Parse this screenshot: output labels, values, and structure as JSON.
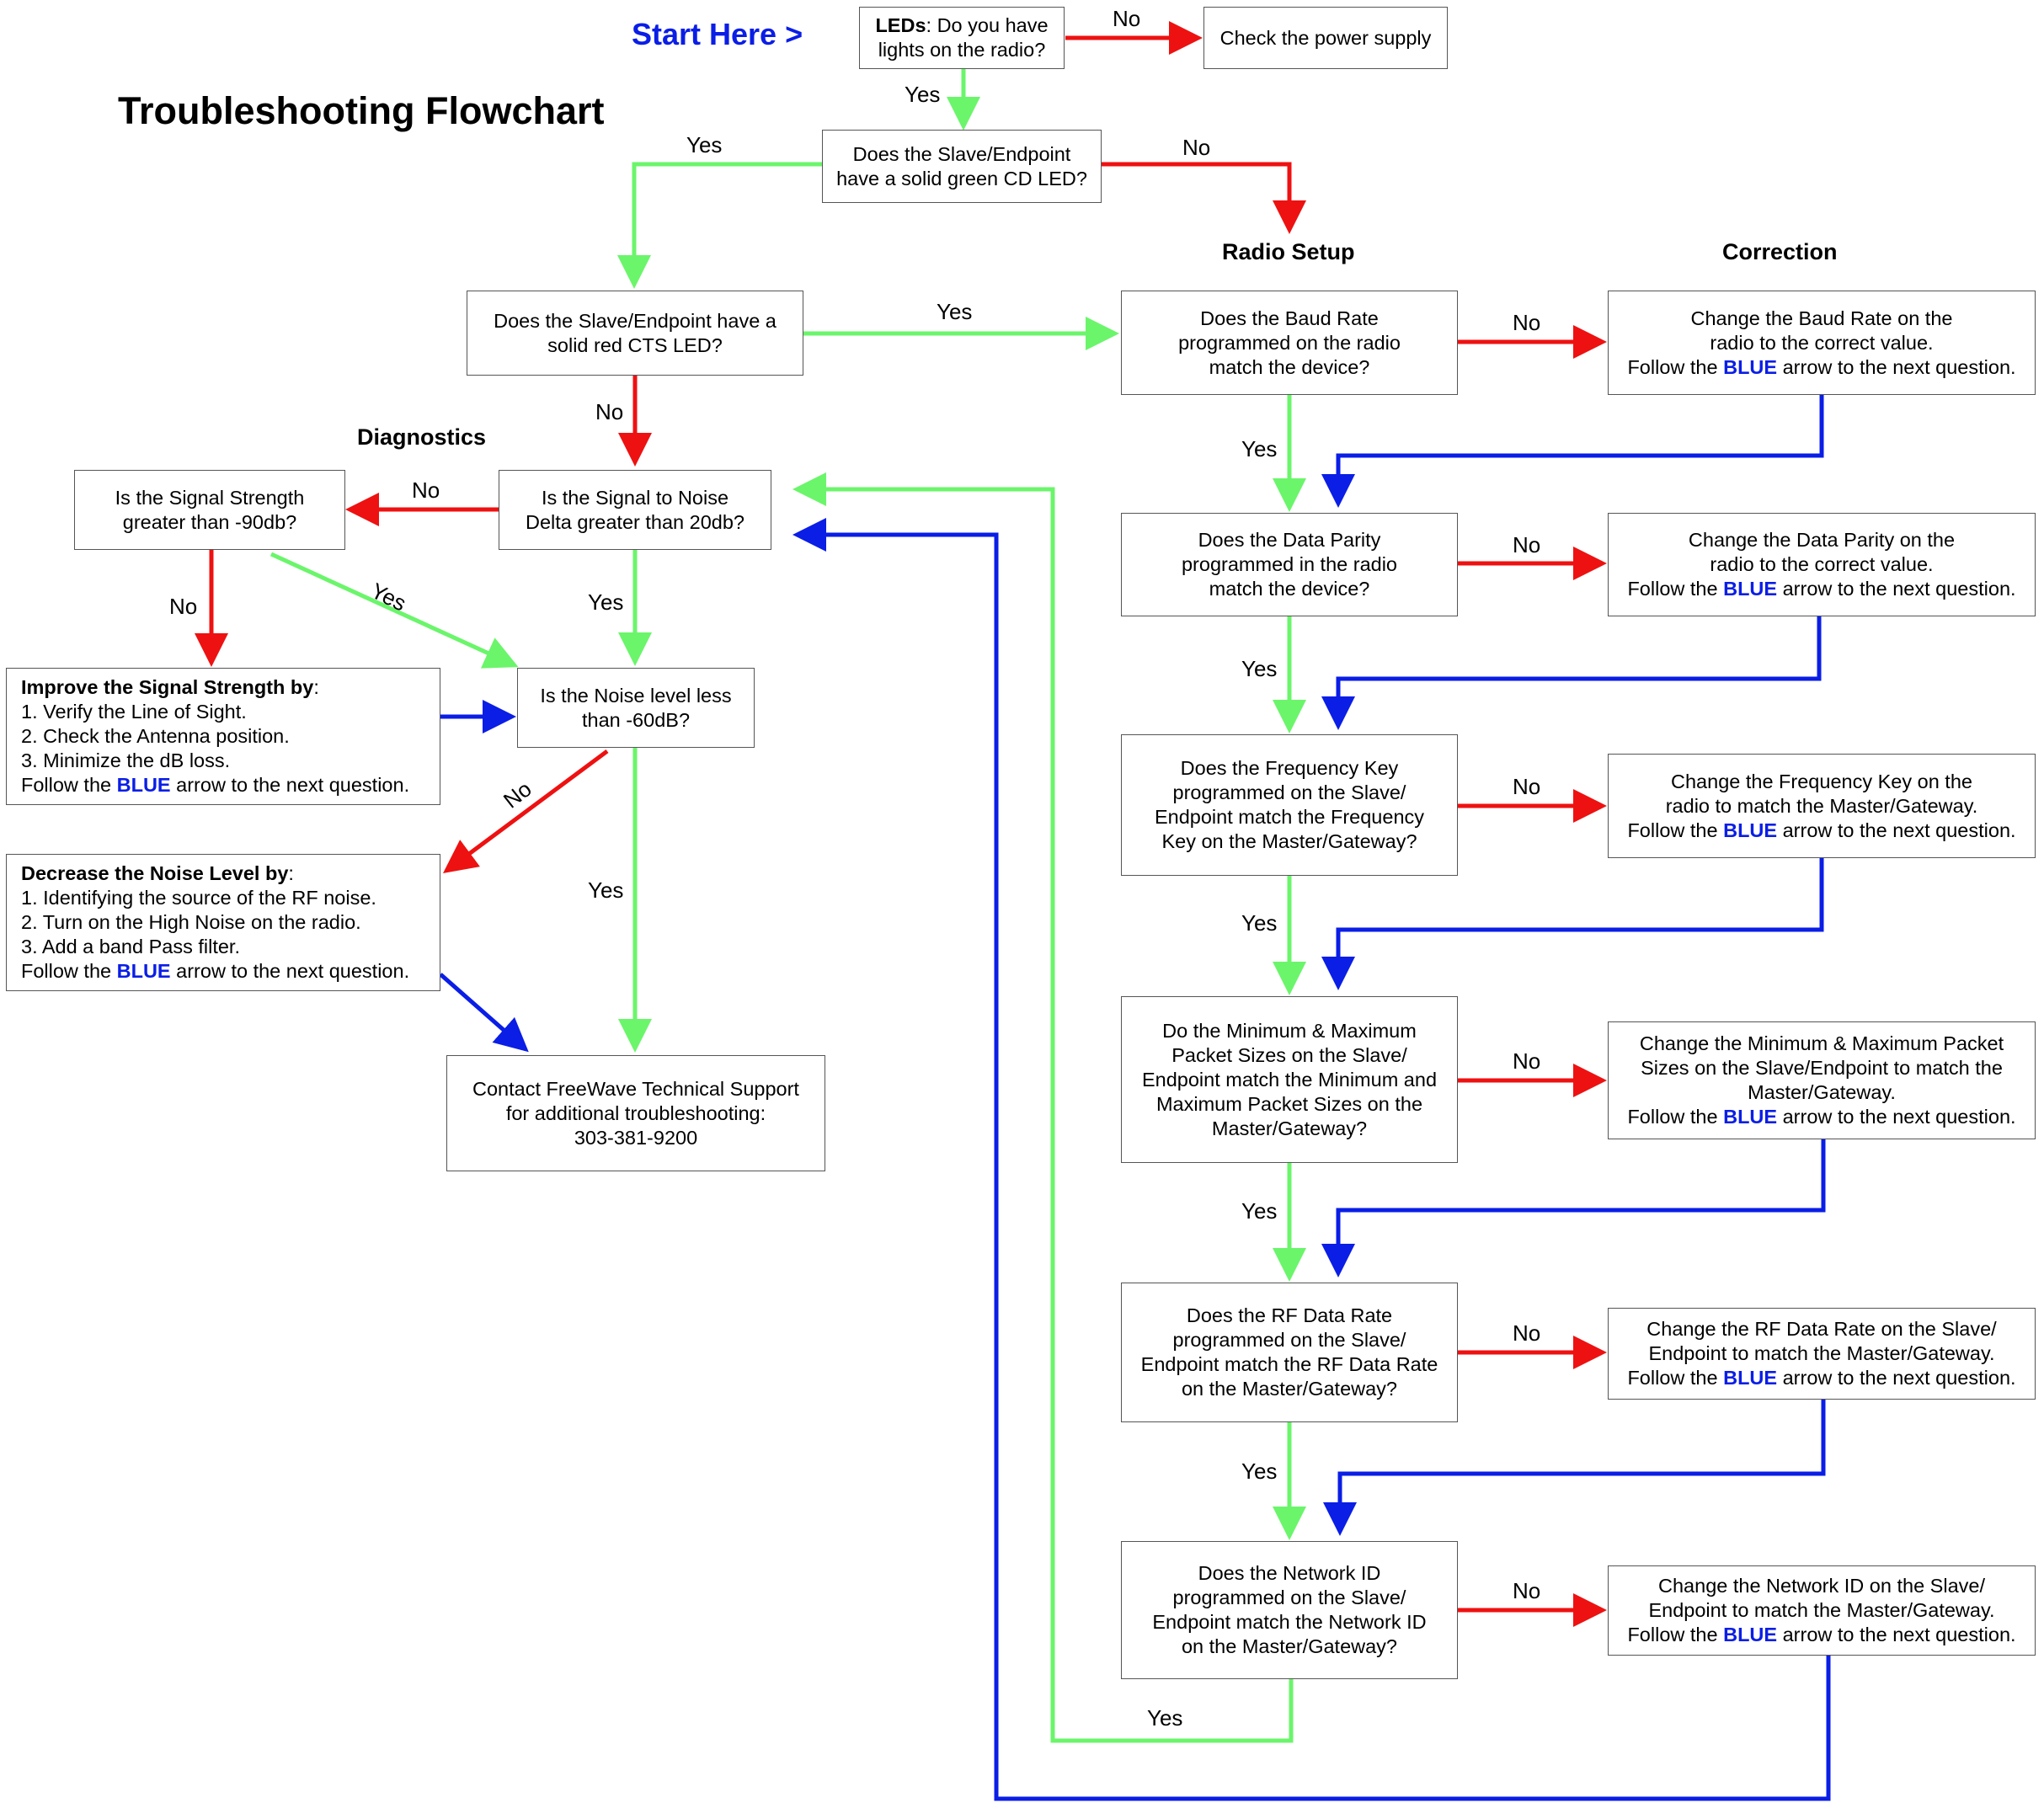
{
  "title_lines": [
    "Troubleshooting",
    "Flowchart"
  ],
  "start_label": "Start Here >",
  "headings": {
    "diagnostics": "Diagnostics",
    "radio_setup": "Radio Setup",
    "correction": "Correction"
  },
  "edge_labels": {
    "yes": "Yes",
    "no": "No"
  },
  "colors": {
    "yes": "#6bf56b",
    "no": "#ee1111",
    "follow": "#0a1ee6",
    "box_border": "#555555",
    "start": "#0a1ee6"
  },
  "nodes": {
    "leds": {
      "bold": "LEDs",
      "text": ": Do you have",
      "line2": "lights on the radio?"
    },
    "power": [
      "Check the power supply"
    ],
    "cd_led": [
      "Does the Slave/Endpoint",
      "have a solid green CD LED?"
    ],
    "cts_led": [
      "Does the Slave/Endpoint have a",
      "solid red CTS LED?"
    ],
    "snr": [
      "Is the Signal to Noise",
      "Delta greater than 20db?"
    ],
    "signal": [
      "Is the Signal Strength",
      "greater than -90db?"
    ],
    "noise": [
      "Is the Noise level less",
      "than -60dB?"
    ],
    "improve": {
      "heading": "Improve the Signal Strength by",
      "items": [
        "1. Verify the Line of Sight.",
        "2. Check the Antenna position.",
        "3. Minimize the dB loss."
      ]
    },
    "decrease": {
      "heading": "Decrease the Noise Level by",
      "items": [
        "1. Identifying the source of the RF noise.",
        "2. Turn on the High Noise on the radio.",
        "3. Add a band Pass filter."
      ]
    },
    "support": [
      "Contact FreeWave Technical Support",
      "for additional troubleshooting:",
      "303-381-9200"
    ],
    "baud_q": [
      "Does the Baud Rate",
      "programmed on the radio",
      "match the device?"
    ],
    "parity_q": [
      "Does the Data Parity",
      "programmed in the radio",
      "match the device?"
    ],
    "freq_q": [
      "Does the Frequency Key",
      "programmed on the Slave/",
      "Endpoint match the Frequency",
      "Key on the Master/Gateway?"
    ],
    "packet_q": [
      "Do the Minimum & Maximum",
      "Packet Sizes on the Slave/",
      "Endpoint match the Minimum and",
      "Maximum Packet Sizes on the",
      "Master/Gateway?"
    ],
    "rfrate_q": [
      "Does the RF Data Rate",
      "programmed on the Slave/",
      "Endpoint match the RF Data Rate",
      "on the Master/Gateway?"
    ],
    "netid_q": [
      "Does the Network ID",
      "programmed on the Slave/",
      "Endpoint match the Network ID",
      "on the Master/Gateway?"
    ],
    "baud_fix": [
      "Change the Baud Rate on the",
      "radio to the correct value."
    ],
    "parity_fix": [
      "Change the Data Parity on the",
      "radio to the correct value."
    ],
    "freq_fix": [
      "Change the Frequency Key on the",
      "radio to match the Master/Gateway."
    ],
    "packet_fix": [
      "Change the Minimum & Maximum Packet",
      "Sizes on the Slave/Endpoint to match the",
      "Master/Gateway."
    ],
    "rfrate_fix": [
      "Change the RF Data Rate on the Slave/",
      "Endpoint to match the Master/Gateway."
    ],
    "netid_fix": [
      "Change the Network ID on the Slave/",
      "Endpoint to match the Master/Gateway."
    ]
  },
  "follow": {
    "pre": "Follow the ",
    "word": "BLUE",
    "post": " arrow to the next question."
  }
}
